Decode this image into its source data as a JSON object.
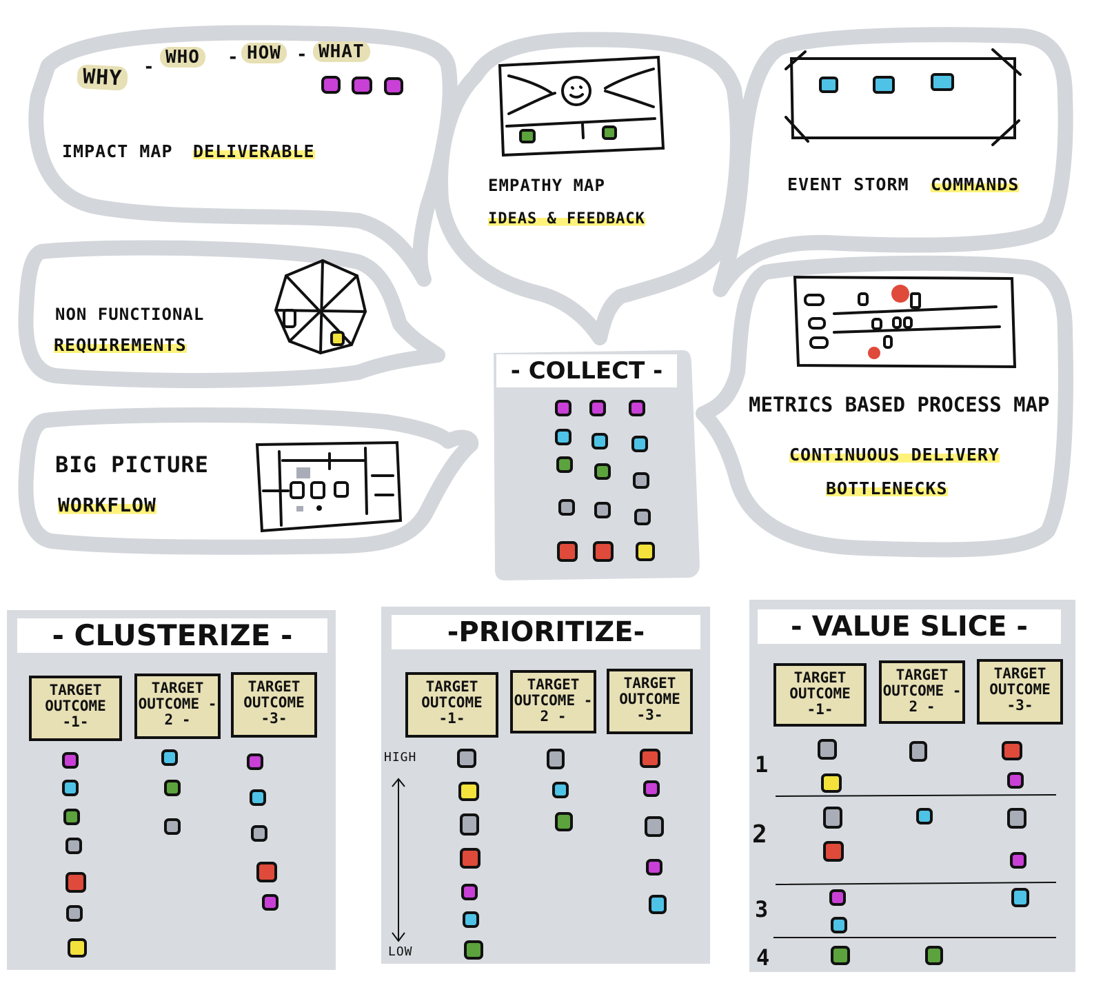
{
  "colors": {
    "bubble": "#d3d6da",
    "panel": "#d8dbdf",
    "highlight": "#fff27a",
    "card": "#e7e0b5",
    "sticky_pink": "#c840d6",
    "sticky_blue": "#4fc3e6",
    "sticky_green": "#5ca33d",
    "sticky_gray": "#a9adb8",
    "sticky_red": "#e04a3a",
    "sticky_yellow": "#f3e23c"
  },
  "impact_map": {
    "why": "WHY",
    "who": "WHO",
    "how": "HOW",
    "what": "WHAT",
    "dash": "-",
    "title": "IMPACT MAP",
    "highlight": "DELIVERABLE"
  },
  "empathy_map": {
    "title": "EMPATHY MAP",
    "highlight": "IDEAS & FEEDBACK"
  },
  "event_storm": {
    "title": "EVENT STORM",
    "highlight": "COMMANDS"
  },
  "nfr": {
    "line1": "NON FUNCTIONAL",
    "highlight": "REQUIREMENTS"
  },
  "metrics_map": {
    "title": "METRICS BASED PROCESS MAP",
    "highlight1": "CONTINUOUS DELIVERY",
    "highlight2": "BOTTLENECKS"
  },
  "big_picture": {
    "title": "BIG PICTURE",
    "highlight": "WORKFLOW"
  },
  "collect": {
    "title": "- COLLECT -"
  },
  "clusterize": {
    "title": "- CLUSTERIZE -",
    "columns": [
      "TARGET OUTCOME -1-",
      "TARGET OUTCOME - 2 -",
      "TARGET OUTCOME -3-"
    ]
  },
  "prioritize": {
    "title": "-PRIORITIZE-",
    "columns": [
      "TARGET OUTCOME -1-",
      "TARGET OUTCOME - 2 -",
      "TARGET OUTCOME -3-"
    ],
    "high_label": "HIGH",
    "low_label": "LOW"
  },
  "value_slice": {
    "title": "- VALUE SLICE -",
    "columns": [
      "TARGET OUTCOME -1-",
      "TARGET OUTCOME - 2 -",
      "TARGET OUTCOME -3-"
    ],
    "rows": [
      "1",
      "2",
      "3",
      "4"
    ]
  }
}
